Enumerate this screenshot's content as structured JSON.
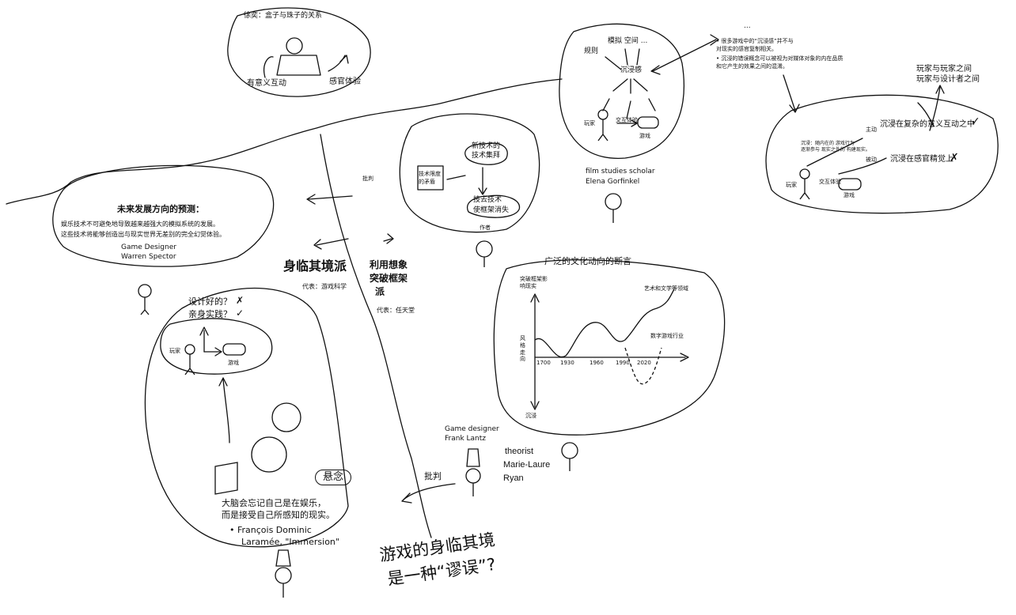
{
  "map": {
    "title_line1": "游戏的身临其境",
    "title_line2": "是一种“谬误”?",
    "top_left_bubble": {
      "caption": "徐奕：盒子与珠子的关系",
      "left_label": "有意义互动",
      "right_label": "感官体验"
    },
    "top_center_bubble": {
      "top_labels": "模拟   空间  ...",
      "rule_label": "规则",
      "center_label": "沉浸感",
      "player_label": "玩家",
      "game_label": "游戏",
      "small_label": "交互体验",
      "author_line1": "film studies scholar",
      "author_line2": "Elena Gorfinkel"
    },
    "top_right_notes": {
      "bullet1_line1": "• 很多游戏中的“沉浸感”并不与",
      "bullet1_line2": "  对现实的感官复制相关。",
      "bullet2_line1": "• 沉浸的错误概念可以被视为对媒体对象的内在品质",
      "bullet2_line2": "  和它产生的效果之间的混淆。",
      "dots": "..."
    },
    "right_bubble": {
      "player_player": "玩家与玩家之间",
      "player_designer": "玩家与设计者之间",
      "complex_interaction": "沉浸在复杂的意义互动之中",
      "sensory_fidelity": "沉浸在感官精觉上",
      "active": "主动",
      "passive": "被动",
      "note": "沉浸：随内在的 游戏行为\n逐渐参与 现实之外的 构建现实。",
      "small_label": "交互体验",
      "player_label": "玩家",
      "game_label": "游戏"
    },
    "center_bubble": {
      "new_tech_line1": "新技术的",
      "new_tech_line2": "技术集拜",
      "tech_limit_line1": "技术限度",
      "tech_limit_line2": "的矛盾",
      "remove_line1": "技去技术",
      "remove_line2": "使框架消失",
      "critique": "批判",
      "author": "作者"
    },
    "left_bubble": {
      "heading": "未来发展方向的预测：",
      "body_line1": "娱乐技术不可避免地导致越来越强大的模拟系统的发展。",
      "body_line2": "这些技术将能够创造出与现实世界无差别的完全幻觉体验。",
      "author_line1": "Game Designer",
      "author_line2": "Warren Spector"
    },
    "schools": {
      "immersion_title": "身临其境派",
      "immersion_rep": "代表：游戏科学",
      "imagination_line1": "利用想象",
      "imagination_line2": "突破框架",
      "imagination_line3": "派",
      "imagination_rep": "代表：任天堂"
    },
    "bottom_left_bubble": {
      "q1": "设计好的？",
      "q1_mark": "✗",
      "q2": "亲身实践？",
      "q2_mark": "✓",
      "player_label": "玩家",
      "game_label": "游戏",
      "suspense": "悬念",
      "quote_line1": "大脑会忘记自己是在娱乐，",
      "quote_line2": "而是接受自己所感知的现实。",
      "author_line1": "•  François Dominic",
      "author_line2": "Laramée, \"Immersion\""
    },
    "bottom_center": {
      "critique": "批判",
      "author_line1": "Game designer",
      "author_line2": "Frank Lantz",
      "theorist_line1": "theorist",
      "theorist_line2": "Marie-Laure",
      "theorist_line3": "Ryan"
    }
  },
  "chart_data": {
    "type": "line",
    "title": "广泛的文化动向的断言",
    "ylabel_top": "突破框架影响现实",
    "ylabel_mid": "风格走向",
    "ylabel_bottom": "沉浸",
    "x_ticks": [
      "1700",
      "1930",
      "1960",
      "1990",
      "2020"
    ],
    "annotations": [
      "艺术和文学等领域",
      "数字游戏行业"
    ],
    "series": [
      {
        "name": "艺术和文学等领域",
        "style": "solid"
      },
      {
        "name": "数字游戏行业",
        "style": "dashed"
      }
    ]
  }
}
